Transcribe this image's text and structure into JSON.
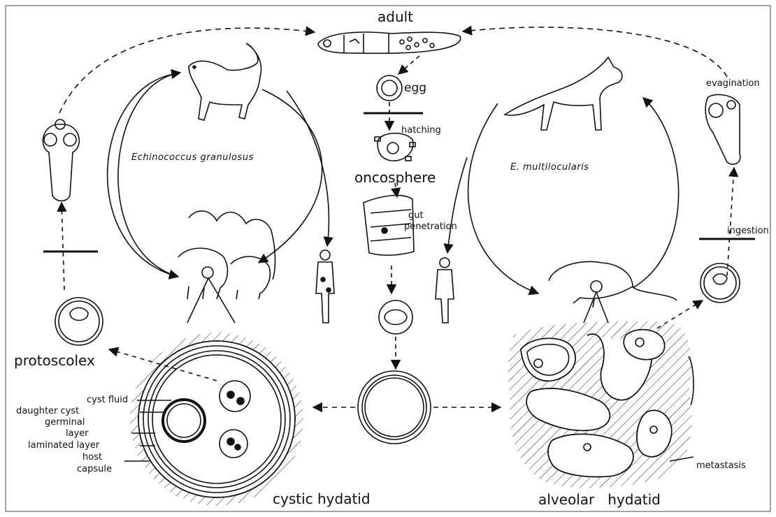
{
  "labels": {
    "adult": "adult",
    "egg": "egg",
    "hatching": "hatching",
    "oncosphere": "oncosphere",
    "gut": "gut",
    "penetration": "penetration",
    "species_left": "Echinococcus  granulosus",
    "species_right": "E. multilocularis",
    "evagination": "evagination",
    "ingestion": "ingestion",
    "protoscolex": "protoscolex",
    "cyst_fluid": "cyst fluid",
    "daughter_cyst": "daughter cyst",
    "germinal": "germinal",
    "layer": "layer",
    "laminated_layer": "laminated layer",
    "host": "host",
    "capsule": "capsule",
    "cystic_hydatid": "cystic hydatid",
    "alveolar_hydatid": "alveolar   hydatid",
    "metastasis": "metastasis"
  },
  "colors": {
    "ink": "#111111",
    "paper": "#ffffff"
  }
}
